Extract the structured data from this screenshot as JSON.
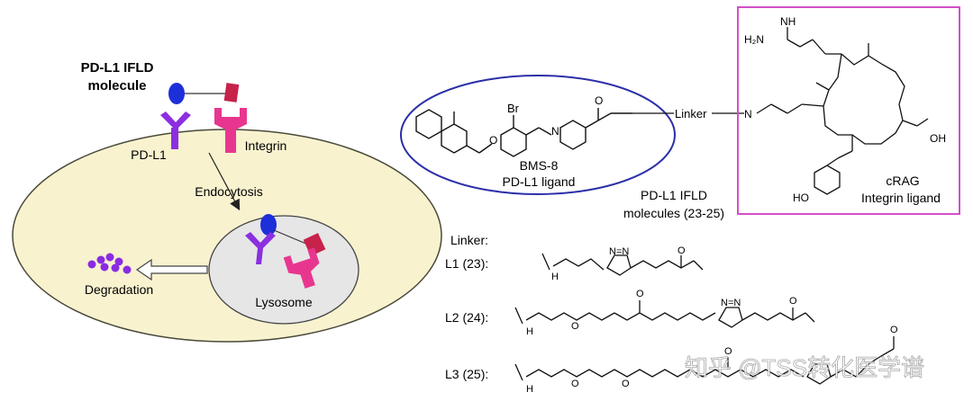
{
  "cell": {
    "molecule_title_line1": "PD-L1 IFLD",
    "molecule_title_line2": "molecule",
    "receptor_label": "PD-L1",
    "integrin_label": "Integrin",
    "endocytosis_label": "Endocytosis",
    "degradation_label": "Degradation",
    "lysosome_label": "Lysosome"
  },
  "chemistry": {
    "bromo_label": "Br",
    "bms_label": "BMS-8",
    "pdl1_ligand_label": "PD-L1 ligand",
    "linker_label": "Linker",
    "ifld_line1": "PD-L1 IFLD",
    "ifld_line2": "molecules (23-25)",
    "crag_label": "cRAG",
    "integrin_ligand_label": "Integrin ligand",
    "atoms": {
      "nh": "NH",
      "h2n": "H₂N",
      "h": "H",
      "n": "N",
      "o": "O",
      "oh": "OH",
      "ho": "HO",
      "ntriazole": "N=N"
    },
    "linker_header": "Linker:",
    "linkers": [
      {
        "label": "L1 (23):"
      },
      {
        "label": "L2 (24):"
      },
      {
        "label": "L3 (25):"
      }
    ]
  },
  "watermark": "知乎 @TSS转化医学谱",
  "colors": {
    "cell_fill": "#f8f2cf",
    "cell_stroke": "#4a4a3a",
    "lysosome_fill": "#e6e6e6",
    "pdl1_purple": "#8b2fe0",
    "integrin_pink": "#e8368f",
    "blue_ligand": "#1d2fd8",
    "red_ligand": "#c7224a",
    "ellipse_blue": "#2b2fa8",
    "box_magenta": "#d44fc9",
    "dots_purple": "#8a2be2"
  }
}
